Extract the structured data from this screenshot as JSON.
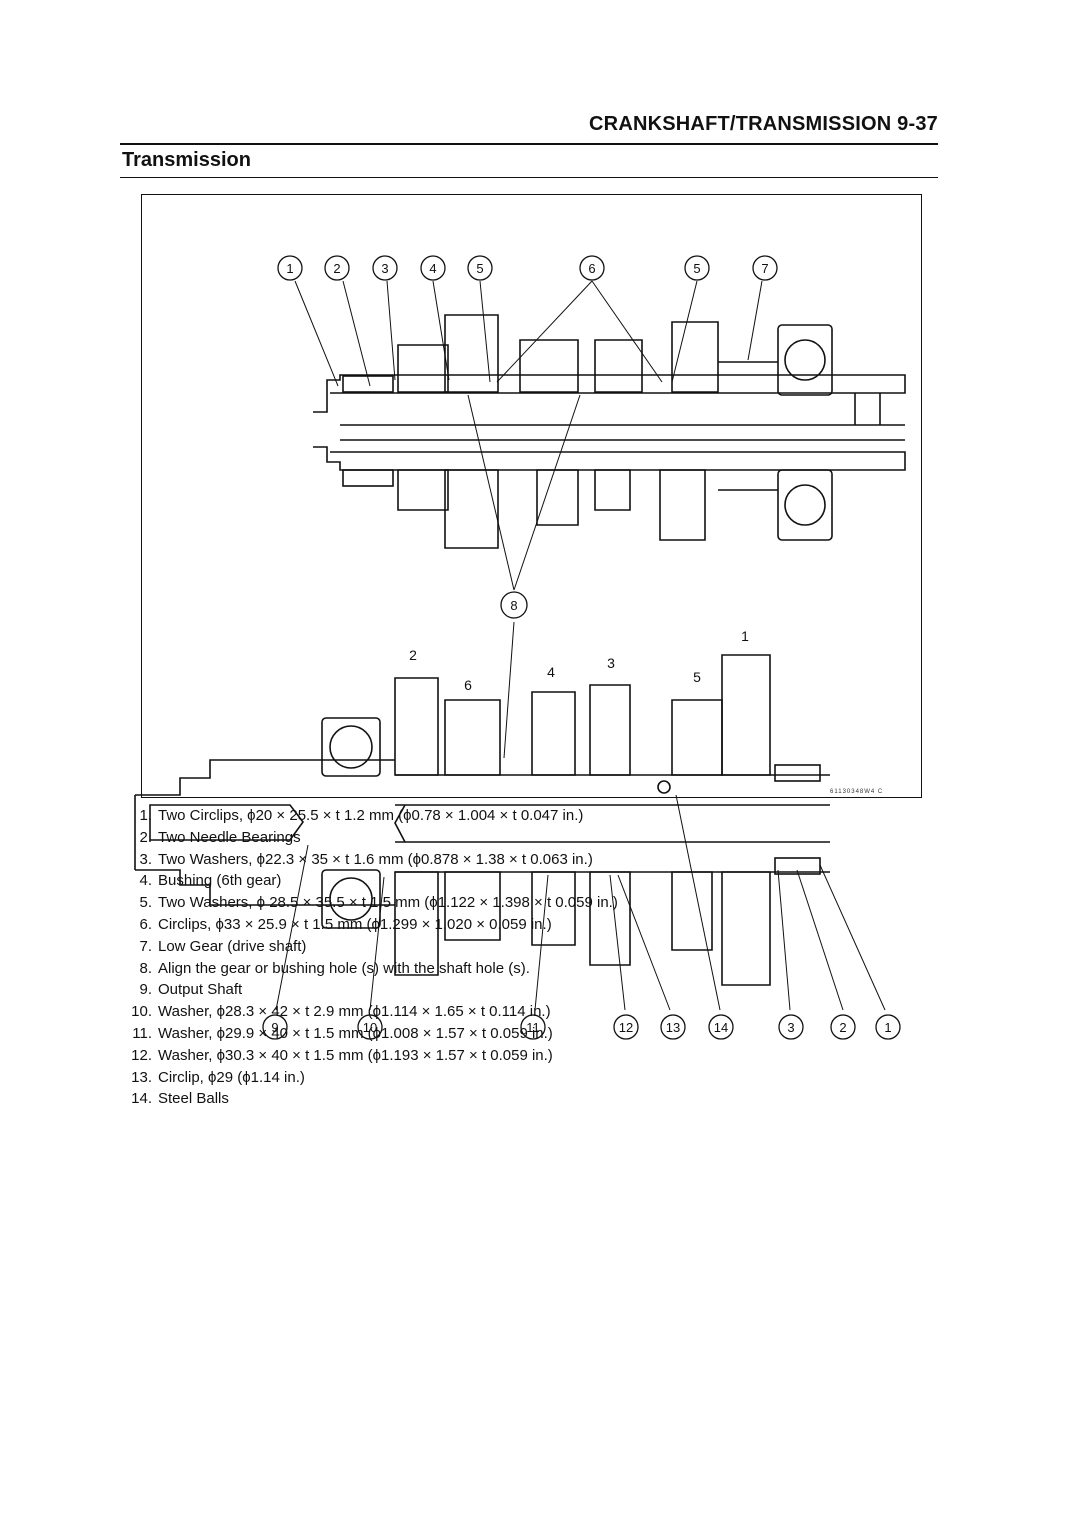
{
  "header": {
    "title": "CRANKSHAFT/TRANSMISSION 9-37"
  },
  "section": {
    "title": "Transmission"
  },
  "figure": {
    "code": "61130348W4 C",
    "callouts_top": [
      "1",
      "2",
      "3",
      "4",
      "5",
      "6",
      "5",
      "7"
    ],
    "callouts_bottom": [
      "9",
      "10",
      "11",
      "12",
      "13",
      "14",
      "3",
      "2",
      "1"
    ],
    "callout_center": "8",
    "plain_numbers": [
      "2",
      "6",
      "4",
      "3",
      "5",
      "1"
    ]
  },
  "legend": [
    {
      "num": "1.",
      "text": "Two Circlips, ϕ20 × 25.5 × t 1.2 mm (ϕ0.78 × 1.004 × t 0.047 in.)"
    },
    {
      "num": "2.",
      "text": "Two Needle Bearings"
    },
    {
      "num": "3.",
      "text": "Two Washers, ϕ22.3 × 35 × t 1.6 mm (ϕ0.878 × 1.38 × t 0.063 in.)"
    },
    {
      "num": "4.",
      "text": "Bushing (6th gear)"
    },
    {
      "num": "5.",
      "text": "Two Washers, ϕ 28.5 × 35.5 × t 1.5 mm (ϕ1.122 × 1.398 × t 0.059 in.)"
    },
    {
      "num": "6.",
      "text": "Circlips, ϕ33 × 25.9 × t 1.5 mm (ϕ1.299 × 1.020 × 0.059 in.)"
    },
    {
      "num": "7.",
      "text": "Low Gear (drive shaft)"
    },
    {
      "num": "8.",
      "text": "Align the gear or bushing hole (s) with the shaft hole (s)."
    },
    {
      "num": "9.",
      "text": "Output Shaft"
    },
    {
      "num": "10.",
      "text": "Washer, ϕ28.3 × 42 × t 2.9 mm (ϕ1.114 × 1.65 × t 0.114 in.)"
    },
    {
      "num": "11.",
      "text": "Washer, ϕ29.9 × 40 × t 1.5 mm (ϕ1.008 × 1.57 × t 0.059 in.)"
    },
    {
      "num": "12.",
      "text": "Washer, ϕ30.3 × 40 × t 1.5 mm (ϕ1.193 × 1.57 × t 0.059 in.)"
    },
    {
      "num": "13.",
      "text": "Circlip, ϕ29 (ϕ1.14 in.)"
    },
    {
      "num": "14.",
      "text": "Steel Balls"
    }
  ]
}
